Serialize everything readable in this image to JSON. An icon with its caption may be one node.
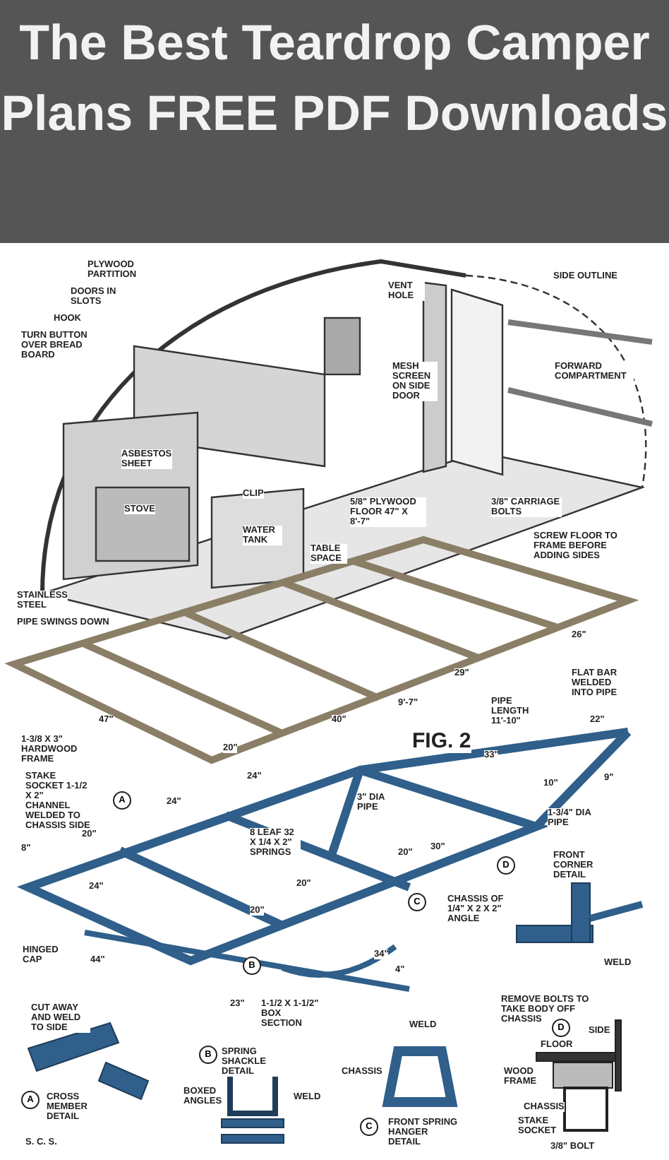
{
  "diagram": {
    "title": "The Best Teardrop Camper Plans FREE PDF Downloads",
    "labels": [
      "PLYWOOD PARTITION",
      "SIDE OUTLINE",
      "DOORS IN SLOTS",
      "VENT HOLE",
      "HOOK",
      "TURN BUTTON OVER BREAD BOARD",
      "FORWARD COMPARTMENT",
      "MESH SCREEN ON SIDE DOOR",
      "ASBESTOS SHEET",
      "CLIP",
      "5/8\" PLYWOOD FLOOR 47\" X 8'-7\"",
      "3/8\" CARRIAGE BOLTS",
      "STOVE",
      "WATER TANK",
      "SCREW FLOOR TO FRAME BEFORE ADDING SIDES",
      "TABLE SPACE",
      "STAINLESS STEEL",
      "PIPE SWINGS DOWN",
      "26\"",
      "29\"",
      "FLAT BAR WELDED INTO PIPE",
      "9'-7\"",
      "PIPE LENGTH 11'-10\"",
      "47\"",
      "40\"",
      "22\"",
      "1-3/8 X 3\" HARDWOOD FRAME",
      "FIG. 2",
      "20\"",
      "33\"",
      "24\"",
      "STAKE SOCKET 1-1/2 X 2\" CHANNEL WELDED TO CHASSIS SIDE",
      "A",
      "24\"",
      "3\" DIA PIPE",
      "10\"",
      "9\"",
      "1-3/4\" DIA PIPE",
      "20\"",
      "8 LEAF 32 X 1/4 X 2\" SPRINGS",
      "8\"",
      "20\"",
      "30\"",
      "D",
      "FRONT CORNER DETAIL",
      "24\"",
      "20\"",
      "20\"",
      "C",
      "CHASSIS OF 1/4\" X 2 X 2\" ANGLE",
      "HINGED CAP",
      "44\"",
      "B",
      "34\"",
      "4\"",
      "WELD",
      "23\"",
      "CUT AWAY AND WELD TO SIDE",
      "1-1/2 X 1-1/2\" BOX SECTION",
      "REMOVE BOLTS TO TAKE BODY OFF CHASSIS",
      "D",
      "SIDE",
      "WELD",
      "B",
      "SPRING SHACKLE DETAIL",
      "FLOOR",
      "CHASSIS",
      "WOOD FRAME",
      "BOXED ANGLES",
      "WELD",
      "A",
      "CROSS MEMBER DETAIL",
      "CHASSIS",
      "STAKE SOCKET",
      "C",
      "FRONT SPRING HANGER DETAIL",
      "S. C. S.",
      "3/8\" BOLT"
    ]
  }
}
